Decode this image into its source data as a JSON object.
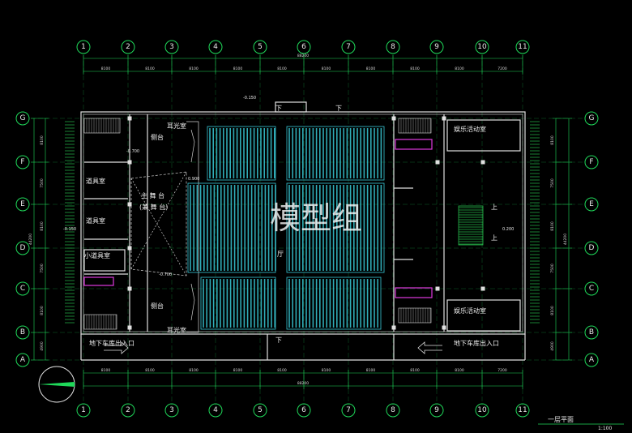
{
  "watermark": "模型组",
  "drawing": {
    "title": "一层平面",
    "scale": "1:100"
  },
  "grid": {
    "columns": [
      "1",
      "2",
      "3",
      "4",
      "5",
      "6",
      "7",
      "8",
      "9",
      "10",
      "11"
    ],
    "rows": [
      "G",
      "F",
      "E",
      "D",
      "C",
      "B",
      "A"
    ],
    "column_spacings": [
      "8100",
      "8100",
      "8100",
      "8100",
      "8100",
      "8100",
      "8100",
      "8100",
      "8100",
      "7200"
    ],
    "total_width": "88200",
    "row_spacings_left": [
      "8100",
      "7500",
      "8100",
      "7500",
      "8100",
      "4900"
    ],
    "total_height_left": "44200",
    "row_spacings_right": [
      "8100",
      "7500",
      "8100",
      "7500",
      "8100",
      "4900"
    ],
    "total_height_right": "44200"
  },
  "rooms": {
    "prep_room_1": "道具室",
    "prep_room_2": "道具室",
    "small_prep_room": "小道具室",
    "stage_upper_side": "侧台",
    "stage_lower_side": "侧台",
    "projection_top": "耳光室",
    "projection_bottom": "耳光室",
    "main_stage_line1": "主 舞 台",
    "main_stage_line2": "(兼 舞 台)",
    "entertainment_top": "娱乐活动室",
    "entertainment_bottom": "娱乐活动室",
    "garage_left": "地下车库出入口",
    "garage_right": "地下车库出入口",
    "hall_label": "厅",
    "stair_up": "上",
    "stair_down": "下"
  },
  "levels": {
    "entrance": "-0.150",
    "stage_left": "-0.700",
    "stage_front": "0.900",
    "stage_bottom": "-0.700",
    "west_side": "-0.150",
    "east_lobby": "0.200"
  },
  "colors": {
    "background": "#000000",
    "grid_green": "#1fd95a",
    "wall_white": "#e0e0e0",
    "seat_cyan": "#39c9d6",
    "accent_magenta": "#e03adf",
    "stair_green": "#26b94a"
  }
}
